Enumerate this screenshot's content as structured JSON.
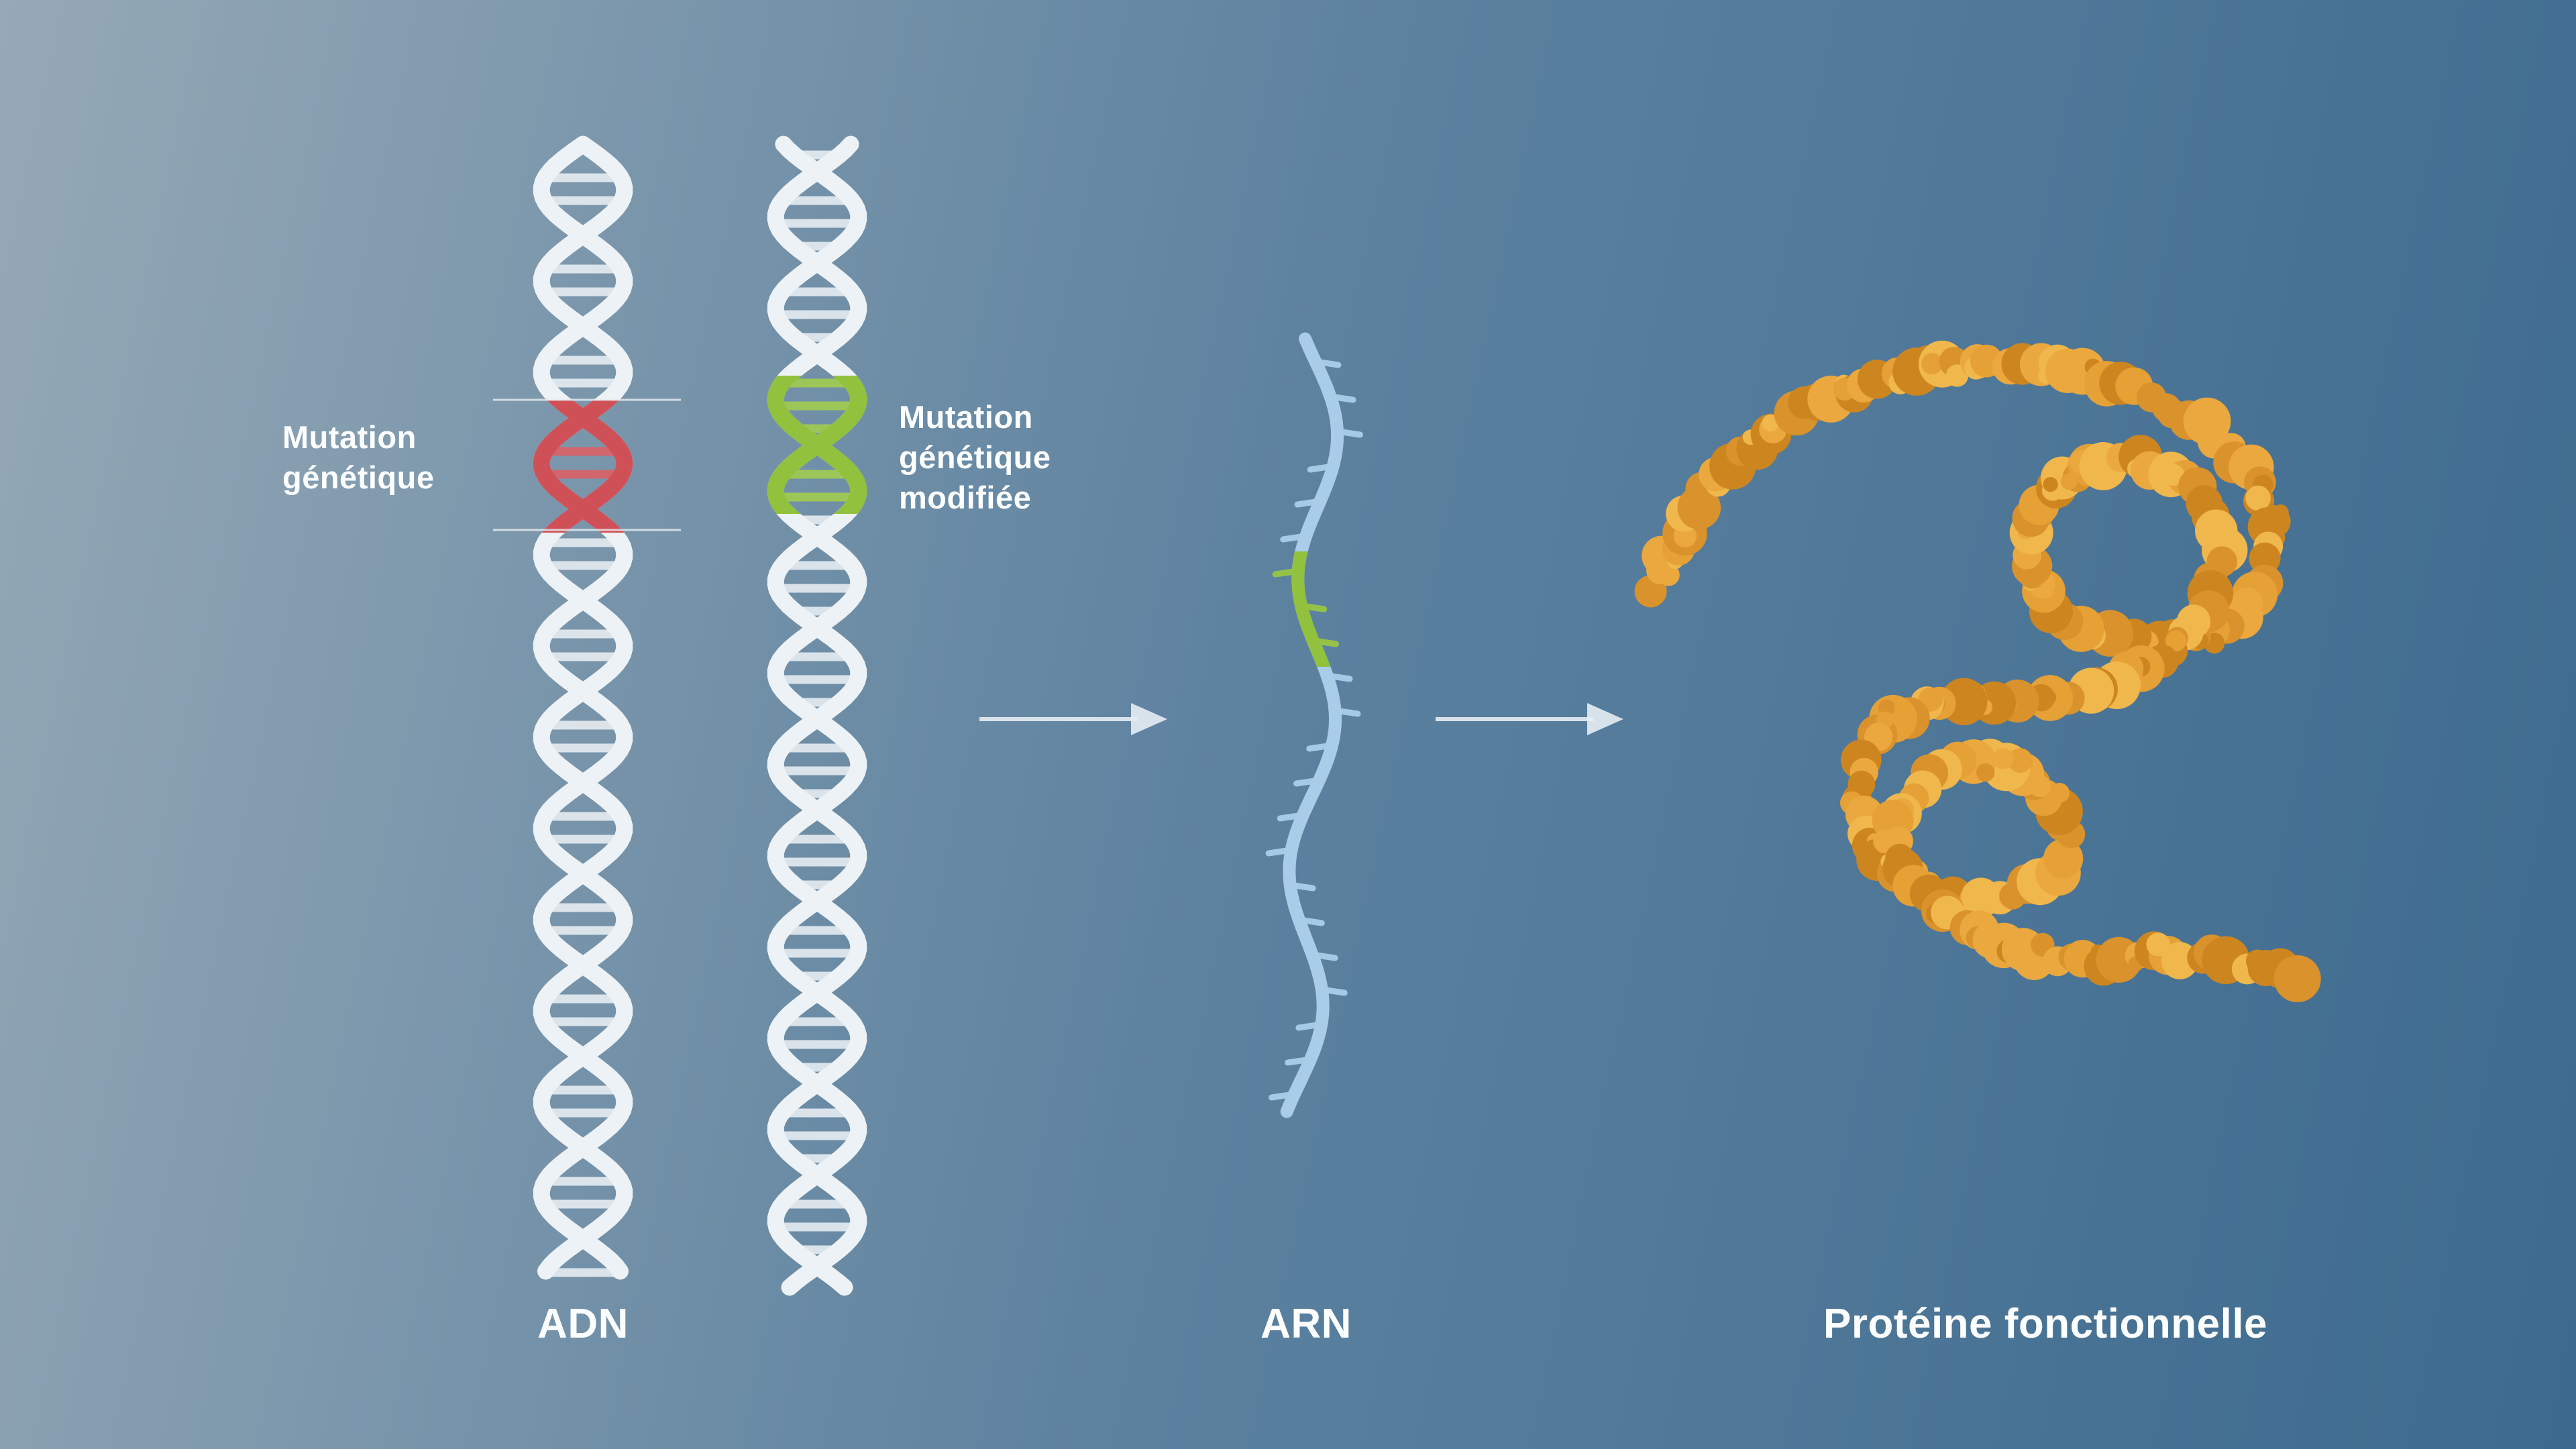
{
  "diagram": {
    "background": {
      "gradient_from": "#96a9b6",
      "gradient_mid": "#5d82a0",
      "gradient_to": "#3d6a8e"
    },
    "annotations": {
      "mutation": "Mutation\ngénétique",
      "mutation_modified": "Mutation\ngénétique\nmodifiée"
    },
    "labels": {
      "dna": "ADN",
      "rna": "ARN",
      "protein": "Protéine fonctionnelle"
    },
    "colors": {
      "dna_strand": "#edf2f6",
      "mutation_red": "#cf5157",
      "mutation_green": "#92c13e",
      "rna_blue": "#a9cde9",
      "protein_orange": "#e5a036",
      "arrow": "#e7edf3",
      "callout_line": "#e9eef3",
      "text": "#fcfeff"
    }
  }
}
